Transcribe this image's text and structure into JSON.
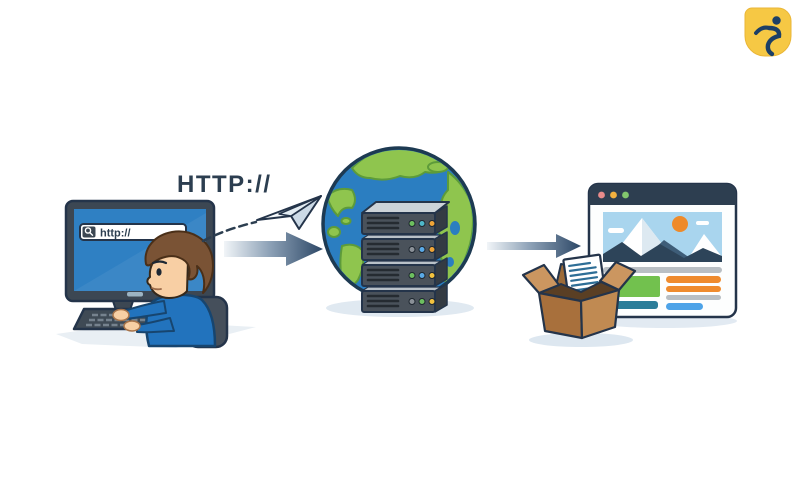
{
  "labels": {
    "http_protocol": "HTTP://",
    "address_bar_url": "http://"
  },
  "address_bar": {
    "value": "http://",
    "icon": "search-icon"
  },
  "browser_window": {
    "window_controls": [
      {
        "name": "close-dot",
        "color": "#e98b8b"
      },
      {
        "name": "minimize-dot",
        "color": "#f3b13f"
      },
      {
        "name": "maximize-dot",
        "color": "#82c76d"
      }
    ],
    "hero": {
      "sky": "#a9d5ee",
      "sun": "#ee8a2a",
      "ridge": "#2d4459"
    },
    "content_blocks": [
      {
        "type": "divider-bar",
        "color": "#b9bfc4"
      },
      {
        "type": "image-block",
        "color": "#72c14e"
      },
      {
        "type": "text-bar",
        "color": "#ef8b2e"
      },
      {
        "type": "text-bar",
        "color": "#ef8b2e"
      },
      {
        "type": "text-bar",
        "color": "#b9bfc4"
      },
      {
        "type": "button-bar",
        "color": "#2b7d99"
      },
      {
        "type": "button-bar",
        "color": "#4da3e8"
      }
    ]
  },
  "server_rack": {
    "units": 4,
    "led_colors": [
      [
        "#6dbf5f",
        "#4fb7c9",
        "#f0a437"
      ],
      [
        "#8a9097",
        "#5aa9e6",
        "#f0a437"
      ],
      [
        "#6dbf5f",
        "#5aa9e6",
        "#f3c23e"
      ],
      [
        "#8a9097",
        "#6dbf5f",
        "#f3c23e"
      ]
    ]
  },
  "palette": {
    "background": "#ffffff",
    "outline_navy": "#24344a",
    "text_navy": "#2c3e50",
    "screen_blue": "#2f80c3",
    "sweater_blue": "#2273bd",
    "globe_ocean_blue": "#2b7ec1",
    "continent_green": "#8fc54e",
    "server_gray": "#4a525b",
    "arrow_navy": "#2c4766",
    "browser_titlebar_navy": "#2d3e50",
    "box_tan": "#c08a52",
    "logo_yellow": "#f6c844",
    "logo_glyph_navy": "#1c3f66",
    "shadow": "#e6edf3",
    "skin": "#f8cfa4",
    "hair_brown": "#7a5335"
  },
  "icons": {
    "search_icon": "magnifier",
    "paper_plane_icon": "paper airplane",
    "globe_icon": "earth globe",
    "server_rack_icon": "stacked server units",
    "package_box_icon": "open cardboard box",
    "document_icon": "sheet with text lines",
    "browser_window_icon": "webpage mockup",
    "brand_logo_icon": "yellow badge with navy glyph",
    "request_arrow_icon": "right block arrow",
    "response_arrow_icon": "right arrow",
    "dashed_line_icon": "dashed request path"
  }
}
